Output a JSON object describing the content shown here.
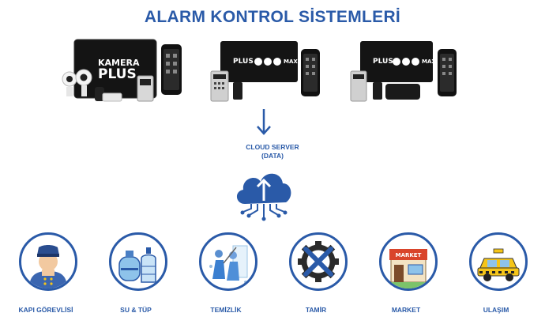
{
  "title": "ALARM KONTROL SİSTEMLERİ",
  "products": [
    {
      "hub_line1": "KAMERA",
      "hub_line2": "PLUS"
    },
    {
      "hub_brand": "PLUS",
      "hub_model": "MAXI"
    },
    {
      "hub_brand": "PLUS",
      "hub_model": "MAXI"
    }
  ],
  "cloud": {
    "line1": "CLOUD SERVER",
    "line2": "(DATA)"
  },
  "services": [
    {
      "label": "KAPI GÖREVLİSİ",
      "icon": "doorman-icon"
    },
    {
      "label": "SU & TÜP",
      "icon": "water-gas-icon"
    },
    {
      "label": "TEMİZLİK",
      "icon": "cleaning-icon"
    },
    {
      "label": "TAMİR",
      "icon": "repair-icon"
    },
    {
      "label": "MARKET",
      "icon": "market-icon"
    },
    {
      "label": "ULAŞIM",
      "icon": "taxi-icon"
    }
  ],
  "colors": {
    "accent": "#2a5aa8",
    "hub": "#141414",
    "taxi": "#f5c518",
    "market_roof": "#d9442b"
  }
}
